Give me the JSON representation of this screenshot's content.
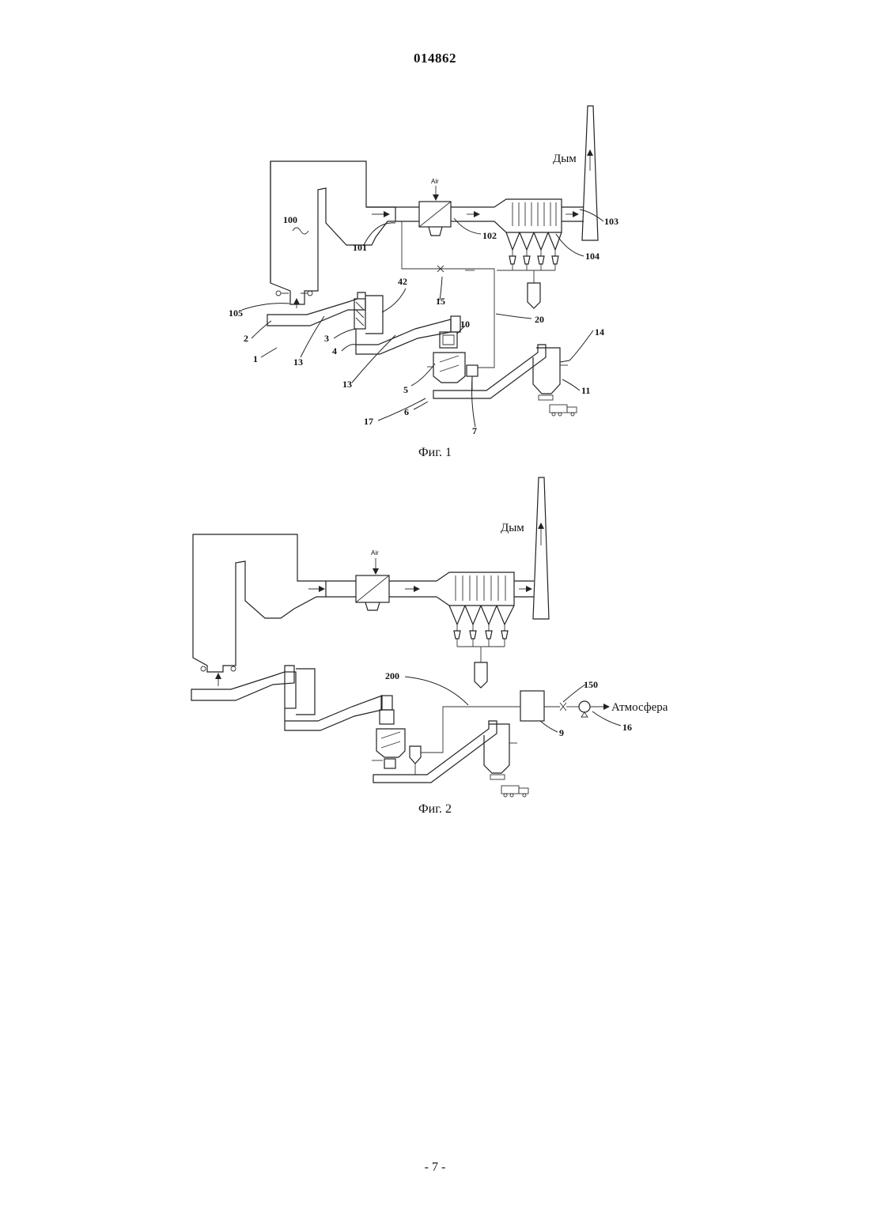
{
  "document_number": "014862",
  "page_number": "- 7 -",
  "figure1": {
    "caption": "Фиг. 1",
    "smoke_label": "Дым",
    "air_label": "Air",
    "labels": [
      "100",
      "101",
      "102",
      "103",
      "104",
      "105",
      "1",
      "2",
      "3",
      "4",
      "42",
      "13",
      "13",
      "15",
      "20",
      "10",
      "14",
      "11",
      "5",
      "6",
      "7",
      "17"
    ]
  },
  "figure2": {
    "caption": "Фиг. 2",
    "smoke_label": "Дым",
    "air_label": "Air",
    "atmosphere_label": "Атмосфера",
    "labels": [
      "200",
      "150",
      "9",
      "16"
    ]
  }
}
